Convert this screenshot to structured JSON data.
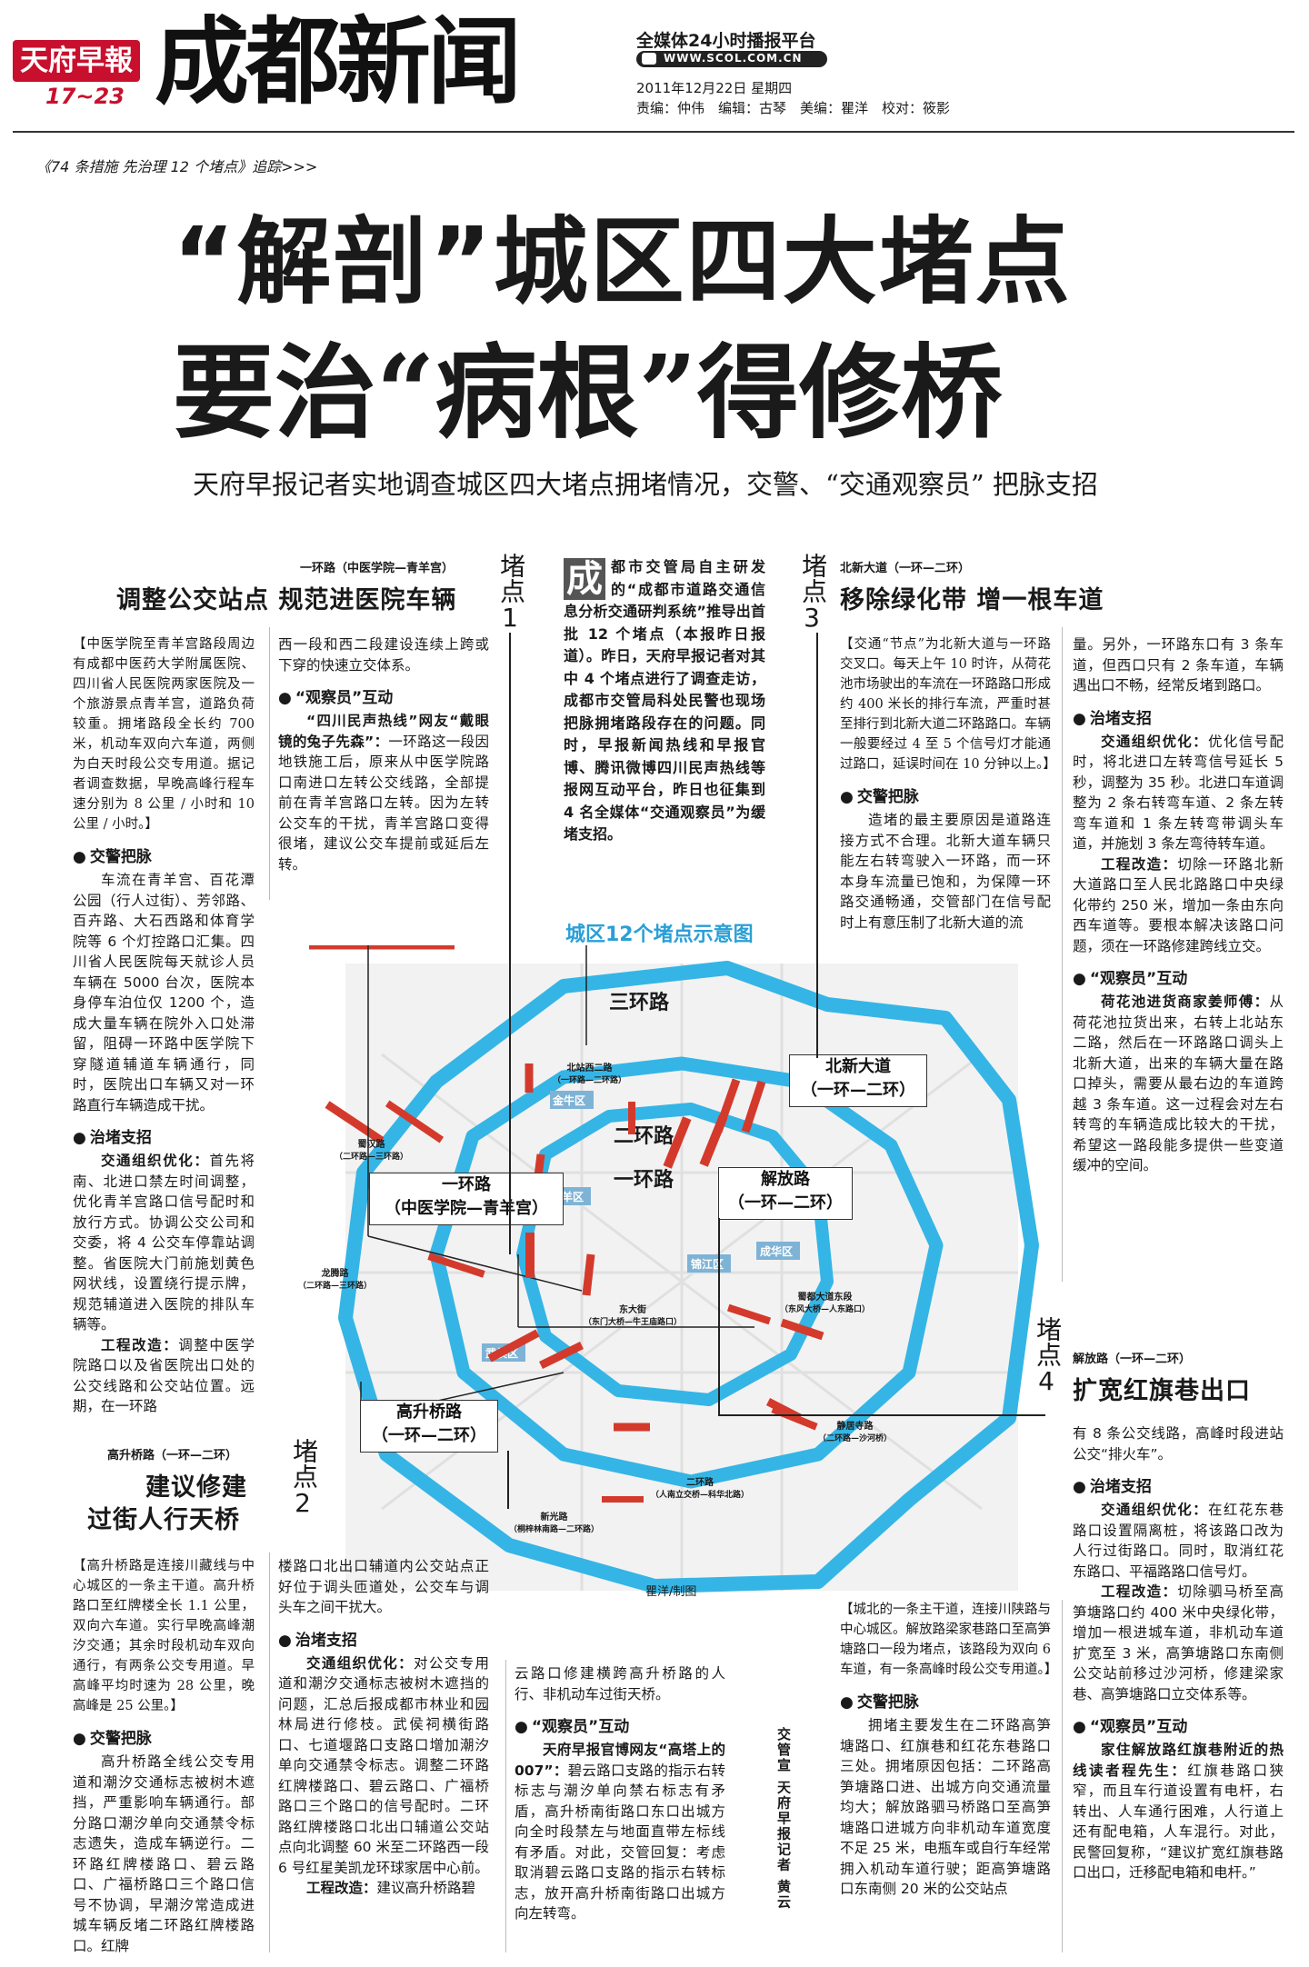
{
  "masthead": {
    "paper_name": "天府早報",
    "pages": "17~23",
    "section_title": "成都新闻",
    "platform": "全媒体24小时播报平台",
    "website": "WWW.SCOL.COM.CN",
    "date_line": "2011年12月22日 星期四",
    "editors_line": "责编：仲伟　编辑：古琴　美编：瞿洋　校对：筱影"
  },
  "follow_up": "《74 条措施 先治理 12 个堵点》追踪>>>",
  "headline": {
    "line1": "“解剖”城区四大堵点",
    "line2": "要治“病根”得修桥",
    "subhead": "天府早报记者实地调查城区四大堵点拥堵情况，交警、“交通观察员” 把脉支招"
  },
  "intro": {
    "drop_cap": "成",
    "text": "都市交管局自主研发的“成都市道路交通信息分析交通研判系统”推导出首批 12 个堵点（本报昨日报道）。昨日，天府早报记者对其中 4 个堵点进行了调查走访，成都市交管局科处民警也现场把脉拥堵路段存在的问题。同时，早报新闻热线和早报官博、腾讯微博四川民声热线等报网互动平台，昨日也征集到 4 名全媒体“交通观察员”为缓堵支招。"
  },
  "spot1": {
    "kicker": "一环路（中医学院—青羊宫）",
    "title": "调整公交站点 规范进医院车辆",
    "tag": "堵点",
    "num": "1",
    "note": "【中医学院至青羊宫路段周边有成都中医药大学附属医院、四川省人民医院两家医院及一个旅游景点青羊宫，道路负荷较重。拥堵路段全长约 700 米，机动车双向六车道，两侧为白天时段公交专用道。据记者调查数据，早晚高峰行程车速分别为 8 公里 / 小时和 10 公里 / 小时。】",
    "police_h": "交警把脉",
    "police": "车流在青羊宫、百花潭公园（行人过街）、芳邻路、百卉路、大石西路和体育学院等 6 个灯控路口汇集。四川省人民医院每天就诊人员车辆在 5000 台次，医院本身停车泊位仅 1200 个，造成大量车辆在院外入口处滞留，阻碍一环路中医学院下穿隧道辅道车辆通行，同时，医院出口车辆又对一环路直行车辆造成干扰。",
    "cure_h": "治堵支招",
    "cure_lead": "交通组织优化：",
    "cure": "首先将南、北进口禁左时间调整，优化青羊宫路口信号配时和放行方式。协调公交公司和交委，将 4 公交车停靠站调整。省医院大门前施划黄色网状线，设置绕行提示牌，规范辅道进入医院的排队车辆等。",
    "eng_lead": "工程改造：",
    "eng": "调整中医学院路口以及省医院出口处的公交线路和公交站位置。远期，在一环路",
    "cont": "西一段和西二段建设连续上跨或下穿的快速立交体系。",
    "obs_h": "“观察员”互动",
    "obs_lead": "“四川民声热线”网友“戴眼镜的兔子先森”：",
    "obs": "一环路这一段因地铁施工后，原来从中医学院路口南进口左转公交线路，全部提前在青羊宫路口左转。因为左转公交车的干扰，青羊宫路口变得很堵，建议公交车提前或延后左转。"
  },
  "spot2": {
    "kicker": "高升桥路（一环—二环）",
    "title_l1": "建议修建",
    "title_l2": "过街人行天桥",
    "tag": "堵点",
    "num": "2",
    "note": "【高升桥路是连接川藏线与中心城区的一条主干道。高升桥路口至红牌楼全长 1.1 公里，双向六车道。实行早晚高峰潮汐交通；其余时段机动车双向通行，有两条公交专用道。早高峰平均时速为 28 公里，晚高峰是 25 公里。】",
    "police_h": "交警把脉",
    "police": "高升桥路全线公交专用道和潮汐交通标志被树木遮挡，严重影响车辆通行。部分路口潮汐单向交通禁令标志遗失，造成车辆逆行。二环路红牌楼路口、碧云路口、广福桥路口三个路口信号不协调，早潮汐常造成进城车辆反堵二环路红牌楼路口。红牌",
    "cont": "楼路口北出口辅道内公交站点正好位于调头匝道处，公交车与调头车之间干扰大。",
    "cure_h": "治堵支招",
    "cure_lead": "交通组织优化：",
    "cure": "对公交专用道和潮汐交通标志被树木遮挡的问题，汇总后报成都市林业和园林局进行修枝。武侯祠横街路口、七道堰路口支路口增加潮汐单向交通禁令标志。调整二环路红牌楼路口、碧云路口、广福桥路口三个路口的信号配时。二环路红牌楼路口北出口辅道公交站点向北调整 60 米至二环路西一段 6 号红星美凯龙环球家居中心前。",
    "eng_lead": "工程改造：",
    "eng": "建议高升桥路碧",
    "cont2": "云路口修建横跨高升桥路的人行、非机动车过街天桥。",
    "obs_h": "“观察员”互动",
    "obs_lead": "天府早报官博网友“高塔上的 007”：",
    "obs": "碧云路口支路的指示右转标志与潮汐单向禁右标志有矛盾，高升桥南街路口东口出城方向全时段禁左与地面直带左标线有矛盾。对此，交管回复：考虑取消碧云路口支路的指示右转标志，放开高升桥南街路口出城方向左转弯。"
  },
  "spot3": {
    "kicker": "北新大道（一环—二环）",
    "title": "移除绿化带 增一根车道",
    "tag": "堵点",
    "num": "3",
    "note": "【交通“节点”为北新大道与一环路交叉口。每天上午 10 时许，从荷花池市场驶出的车流在一环路路口形成约 400 米长的排行车流，严重时甚至排行到北新大道二环路路口。车辆一般要经过 4 至 5 个信号灯才能通过路口，延误时间在 10 分钟以上。】",
    "police_h": "交警把脉",
    "police": "造堵的最主要原因是道路连接方式不合理。北新大道车辆只能左右转弯驶入一环路，而一环本身车流量已饱和，为保障一环路交通畅通，交管部门在信号配时上有意压制了北新大道的流",
    "cont": "量。另外，一环路东口有 3 条车道，但西口只有 2 条车道，车辆遇出口不畅，经常反堵到路口。",
    "cure_h": "治堵支招",
    "cure_lead": "交通组织优化：",
    "cure": "优化信号配时，将北进口左转弯信号延长 5 秒，调整为 35 秒。北进口车道调整为 2 条右转弯车道、2 条左转弯车道和 1 条左转弯带调头车道，并施划 3 条左弯待转车道。",
    "eng_lead": "工程改造：",
    "eng": "切除一环路北新大道路口至人民北路路口中央绿化带约 250 米，增加一条由东向西车道等。要根本解决该路口问题，须在一环路修建跨线立交。",
    "obs_h": "“观察员”互动",
    "obs_lead": "荷花池进货商家姜师傅：",
    "obs": "从荷花池拉货出来，右转上北站东二路，然后在一环路路口调头上北新大道，出来的车辆大量在路口掉头，需要从最右边的车道跨越 3 条车道。这一过程会对左右转弯的车辆造成比较大的干扰，希望这一路段能多提供一些变道缓冲的空间。"
  },
  "spot4": {
    "kicker": "解放路（一环—二环）",
    "title": "扩宽红旗巷出口",
    "tag": "堵点",
    "num": "4",
    "intro": "有 8 条公交线路，高峰时段进站公交“排火车”。",
    "cure_h": "治堵支招",
    "cure_lead": "交通组织优化：",
    "cure": "在红花东巷路口设置隔离桩，将该路口改为人行过街路口。同时，取消红花东路口、平福路路口信号灯。",
    "eng_lead": "工程改造：",
    "eng": "切除驷马桥至高笋塘路口约 400 米中央绿化带，增加一根进城车道，非机动车道扩宽至 3 米，高笋塘路口东南侧公交站前移过沙河桥，修建梁家巷、高笋塘路口立交体系等。",
    "obs_h": "“观察员”互动",
    "obs_lead": "家住解放路红旗巷附近的热线读者程先生：",
    "obs": "红旗巷路口狭窄，而且车行道设置有电杆，右转出、人车通行困难，人行道上还有配电箱，人车混行。对此，民警回复称，“建议扩宽红旗巷路口出口，迁移配电箱和电杆。”",
    "note": "【城北的一条主干道，连接川陕路与中心城区。解放路梁家巷路口至高笋塘路口一段为堵点，该路段为双向 6 车道，有一条高峰时段公交专用道。】",
    "police_h": "交警把脉",
    "police": "拥堵主要发生在二环路高笋塘路口、红旗巷和红花东巷路口三处。拥堵原因包括：二环路高笋塘路口进、出城方向交通流量均大；解放路驷马桥路口至高笋塘路口进城方向非机动车道宽度不足 25 米，电瓶车或自行车经常拥入机动车道行驶；距高笋塘路口东南侧 20 米的公交站点"
  },
  "map": {
    "title": "城区12个堵点示意图",
    "ring3": "三环路",
    "ring2": "二环路",
    "ring1": "一环路",
    "callout1_l1": "一环路",
    "callout1_l2": "（中医学院—青羊宫）",
    "callout2_l1": "高升桥路",
    "callout2_l2": "（一环—二环）",
    "callout3_l1": "北新大道",
    "callout3_l2": "（一环—二环）",
    "callout4_l1": "解放路",
    "callout4_l2": "（一环—二环）",
    "spots": [
      {
        "l1": "北站西二路",
        "l2": "（一环路—二环路）"
      },
      {
        "l1": "蜀汉路",
        "l2": "（二环路—三环路）"
      },
      {
        "l1": "龙腾路",
        "l2": "（二环路—三环路）"
      },
      {
        "l1": "东大街",
        "l2": "（东门大桥—牛王庙路口）"
      },
      {
        "l1": "蜀都大道东段",
        "l2": "（东风大桥—人东路口）"
      },
      {
        "l1": "静居寺路",
        "l2": "（二环路—沙河桥）"
      },
      {
        "l1": "二环路",
        "l2": "（人南立交桥—科华北路）"
      },
      {
        "l1": "新光路",
        "l2": "（桐梓林南路—二环路）"
      }
    ],
    "districts": [
      "金牛区",
      "青羊区",
      "锦江区",
      "成华区",
      "武侯区"
    ],
    "credit": "瞿洋/制图"
  },
  "byline": "交管宣 天府早报记者 黄云",
  "colors": {
    "masthead_red": "#c8102e",
    "ring_blue": "#35b5e5",
    "jam_red": "#d33a2c",
    "accent_blue": "#2a9fd6"
  }
}
